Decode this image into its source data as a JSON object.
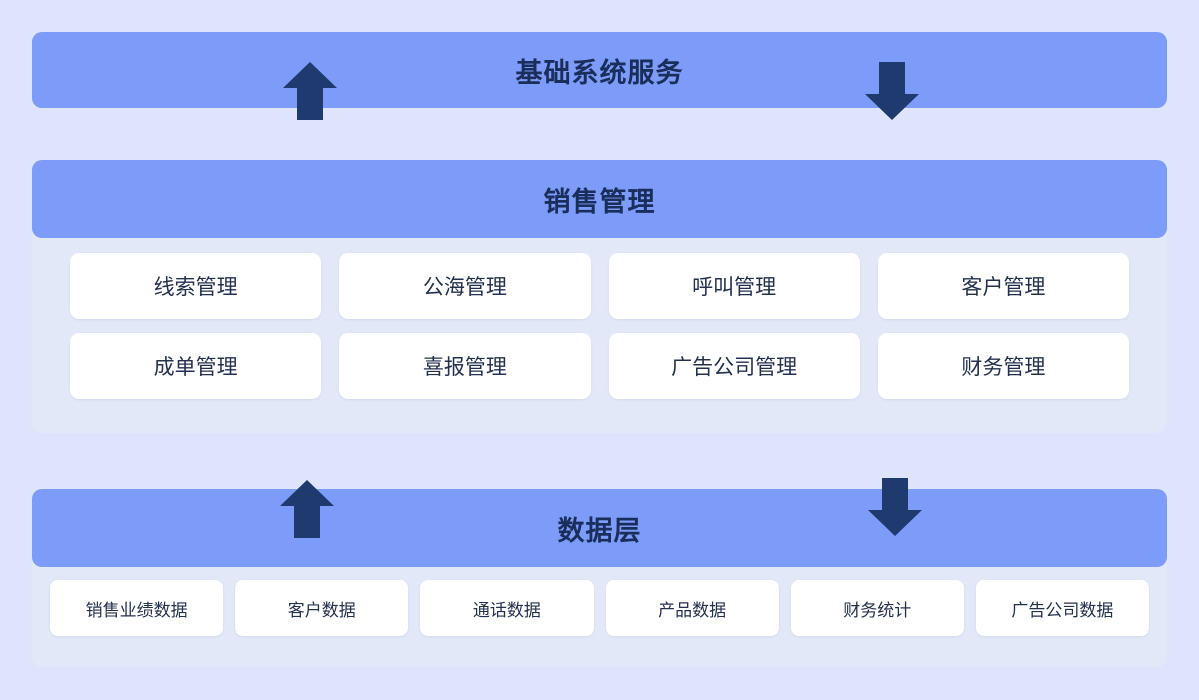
{
  "diagram": {
    "background_color": "#dde4fb",
    "band_color": "#7d9bf8",
    "panel_color": "#e2e8f8",
    "arrow_color": "#1e3a6e",
    "text_color": "#1a2e5c"
  },
  "top_layer": {
    "title": "基础系统服务"
  },
  "sales_layer": {
    "title": "销售管理",
    "modules": [
      {
        "label": "线索管理"
      },
      {
        "label": "公海管理"
      },
      {
        "label": "呼叫管理"
      },
      {
        "label": "客户管理"
      },
      {
        "label": "成单管理"
      },
      {
        "label": "喜报管理"
      },
      {
        "label": "广告公司管理"
      },
      {
        "label": "财务管理"
      }
    ]
  },
  "data_layer": {
    "title": "数据层",
    "items": [
      {
        "label": "销售业绩数据"
      },
      {
        "label": "客户数据"
      },
      {
        "label": "通话数据"
      },
      {
        "label": "产品数据"
      },
      {
        "label": "财务统计"
      },
      {
        "label": "广告公司数据"
      }
    ]
  },
  "arrows": [
    {
      "name": "arrow-up-top",
      "direction": "up"
    },
    {
      "name": "arrow-down-top",
      "direction": "down"
    },
    {
      "name": "arrow-up-bottom",
      "direction": "up"
    },
    {
      "name": "arrow-down-bottom",
      "direction": "down"
    }
  ]
}
